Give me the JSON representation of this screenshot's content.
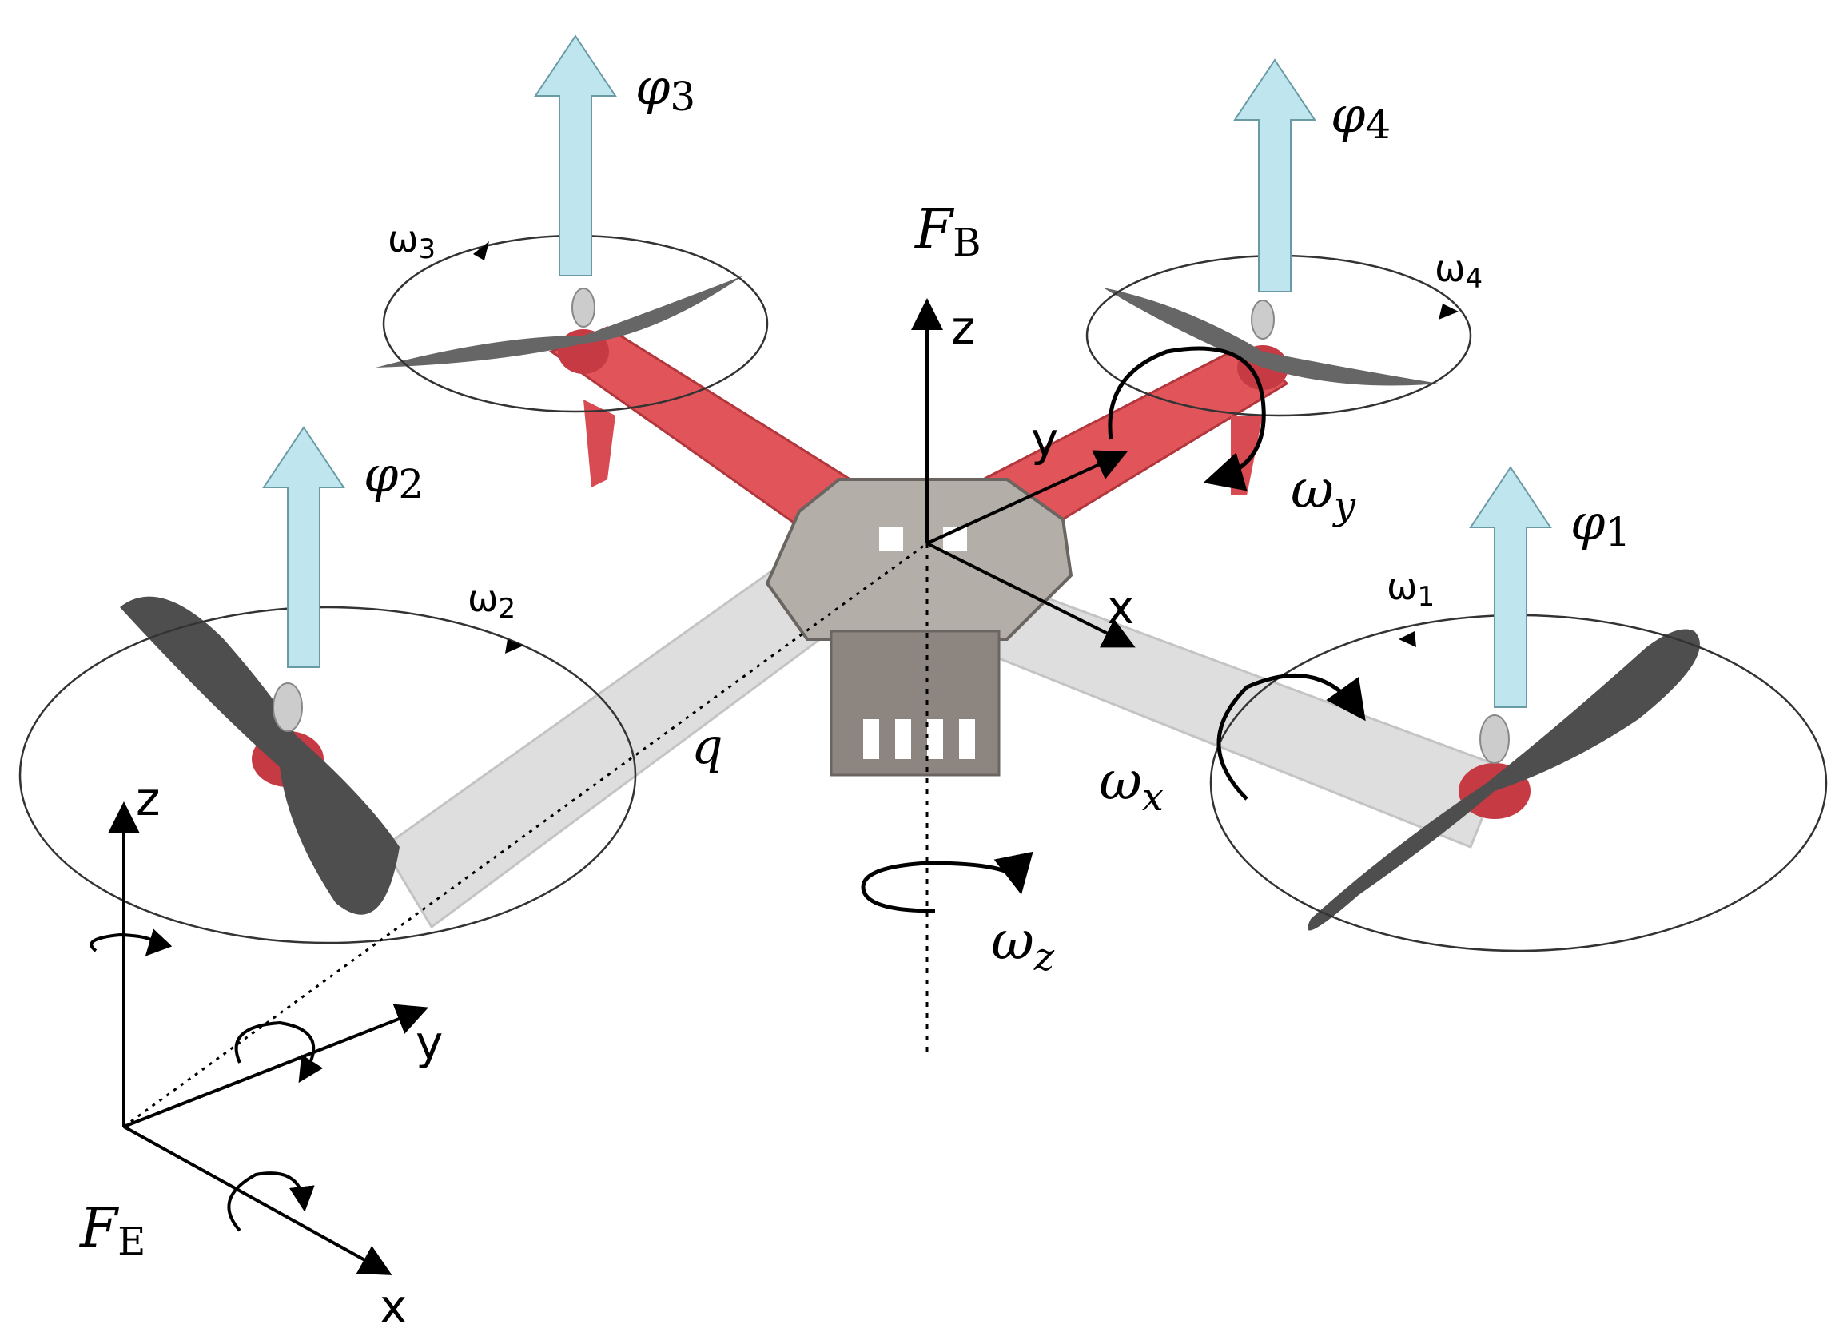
{
  "colors": {
    "thrust_arrow": "#bfe6ee",
    "thrust_arrow_stroke": "#6a9aa4",
    "frame_red": "#e0545a",
    "frame_red_dark": "#b2373c",
    "arm_white": "#dedede",
    "propeller": "#555555",
    "motor_red": "#c63a44",
    "body_plate": "#b3aea8",
    "body_dark": "#6b6561",
    "axis": "#000000"
  },
  "labels": {
    "body_frame": {
      "symbol": "F",
      "sub": "B"
    },
    "earth_frame": {
      "symbol": "F",
      "sub": "E"
    },
    "thrust": [
      {
        "symbol": "φ",
        "sub": "1"
      },
      {
        "symbol": "φ",
        "sub": "2"
      },
      {
        "symbol": "φ",
        "sub": "3"
      },
      {
        "symbol": "φ",
        "sub": "4"
      }
    ],
    "rotor_speed": [
      {
        "symbol": "ω",
        "sub": "1"
      },
      {
        "symbol": "ω",
        "sub": "2"
      },
      {
        "symbol": "ω",
        "sub": "3"
      },
      {
        "symbol": "ω",
        "sub": "4"
      }
    ],
    "angular_rates": {
      "x": {
        "symbol": "ω",
        "sub": "x"
      },
      "y": {
        "symbol": "ω",
        "sub": "y"
      },
      "z": {
        "symbol": "ω",
        "sub": "z"
      }
    },
    "position_vector": "q",
    "body_axes": {
      "x": "x",
      "y": "y",
      "z": "z"
    },
    "earth_axes": {
      "x": "x",
      "y": "y",
      "z": "z"
    }
  }
}
